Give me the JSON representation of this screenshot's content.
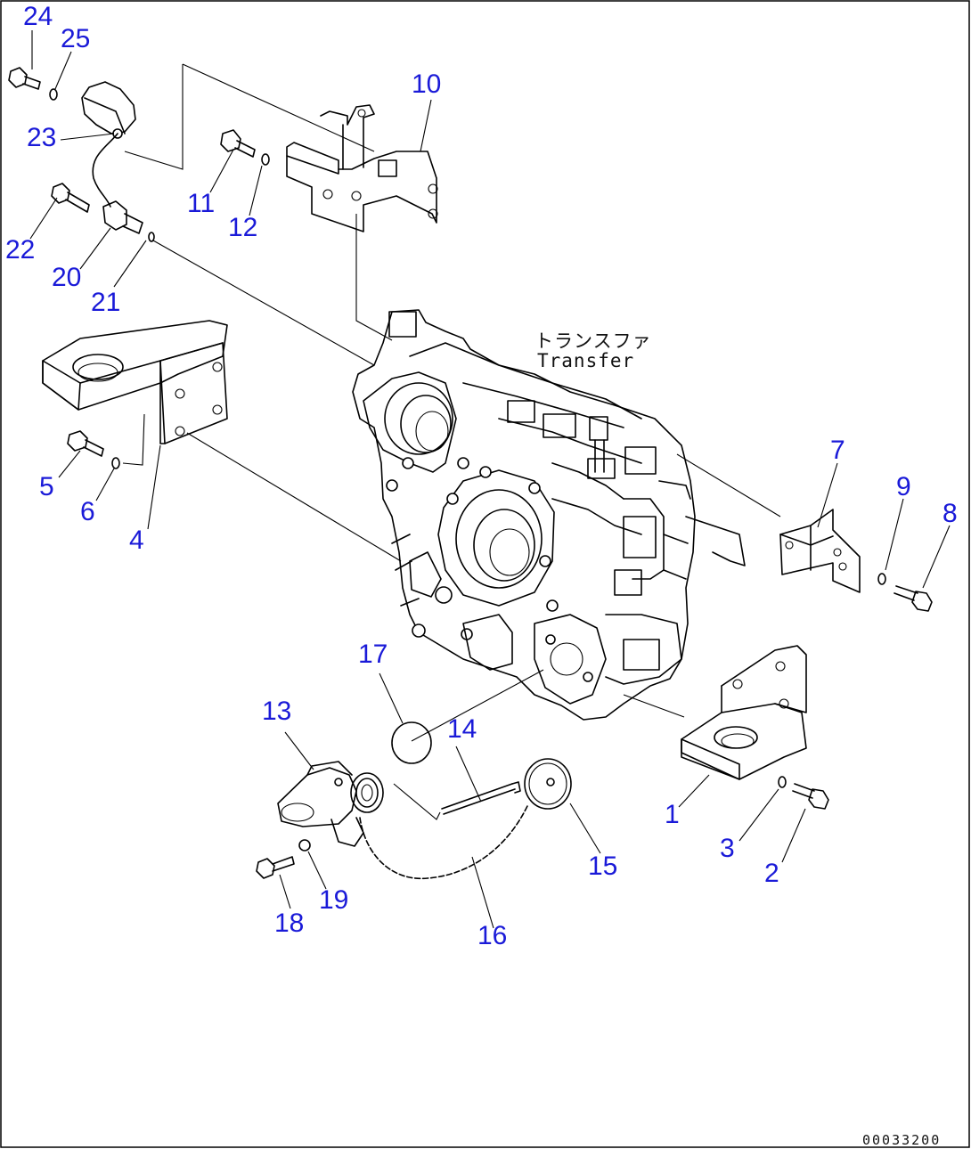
{
  "labels": {
    "component_jp": "トランスファ",
    "component_en": "Transfer",
    "drawing_code": "00033200"
  },
  "callouts": [
    {
      "id": "24",
      "text": "24"
    },
    {
      "id": "25",
      "text": "25"
    },
    {
      "id": "23",
      "text": "23"
    },
    {
      "id": "22",
      "text": "22"
    },
    {
      "id": "20",
      "text": "20"
    },
    {
      "id": "21",
      "text": "21"
    },
    {
      "id": "10",
      "text": "10"
    },
    {
      "id": "11",
      "text": "11"
    },
    {
      "id": "12",
      "text": "12"
    },
    {
      "id": "5",
      "text": "5"
    },
    {
      "id": "6",
      "text": "6"
    },
    {
      "id": "4",
      "text": "4"
    },
    {
      "id": "7",
      "text": "7"
    },
    {
      "id": "9",
      "text": "9"
    },
    {
      "id": "8",
      "text": "8"
    },
    {
      "id": "17",
      "text": "17"
    },
    {
      "id": "14",
      "text": "14"
    },
    {
      "id": "13",
      "text": "13"
    },
    {
      "id": "15",
      "text": "15"
    },
    {
      "id": "1",
      "text": "1"
    },
    {
      "id": "3",
      "text": "3"
    },
    {
      "id": "2",
      "text": "2"
    },
    {
      "id": "18",
      "text": "18"
    },
    {
      "id": "19",
      "text": "19"
    },
    {
      "id": "16",
      "text": "16"
    }
  ]
}
